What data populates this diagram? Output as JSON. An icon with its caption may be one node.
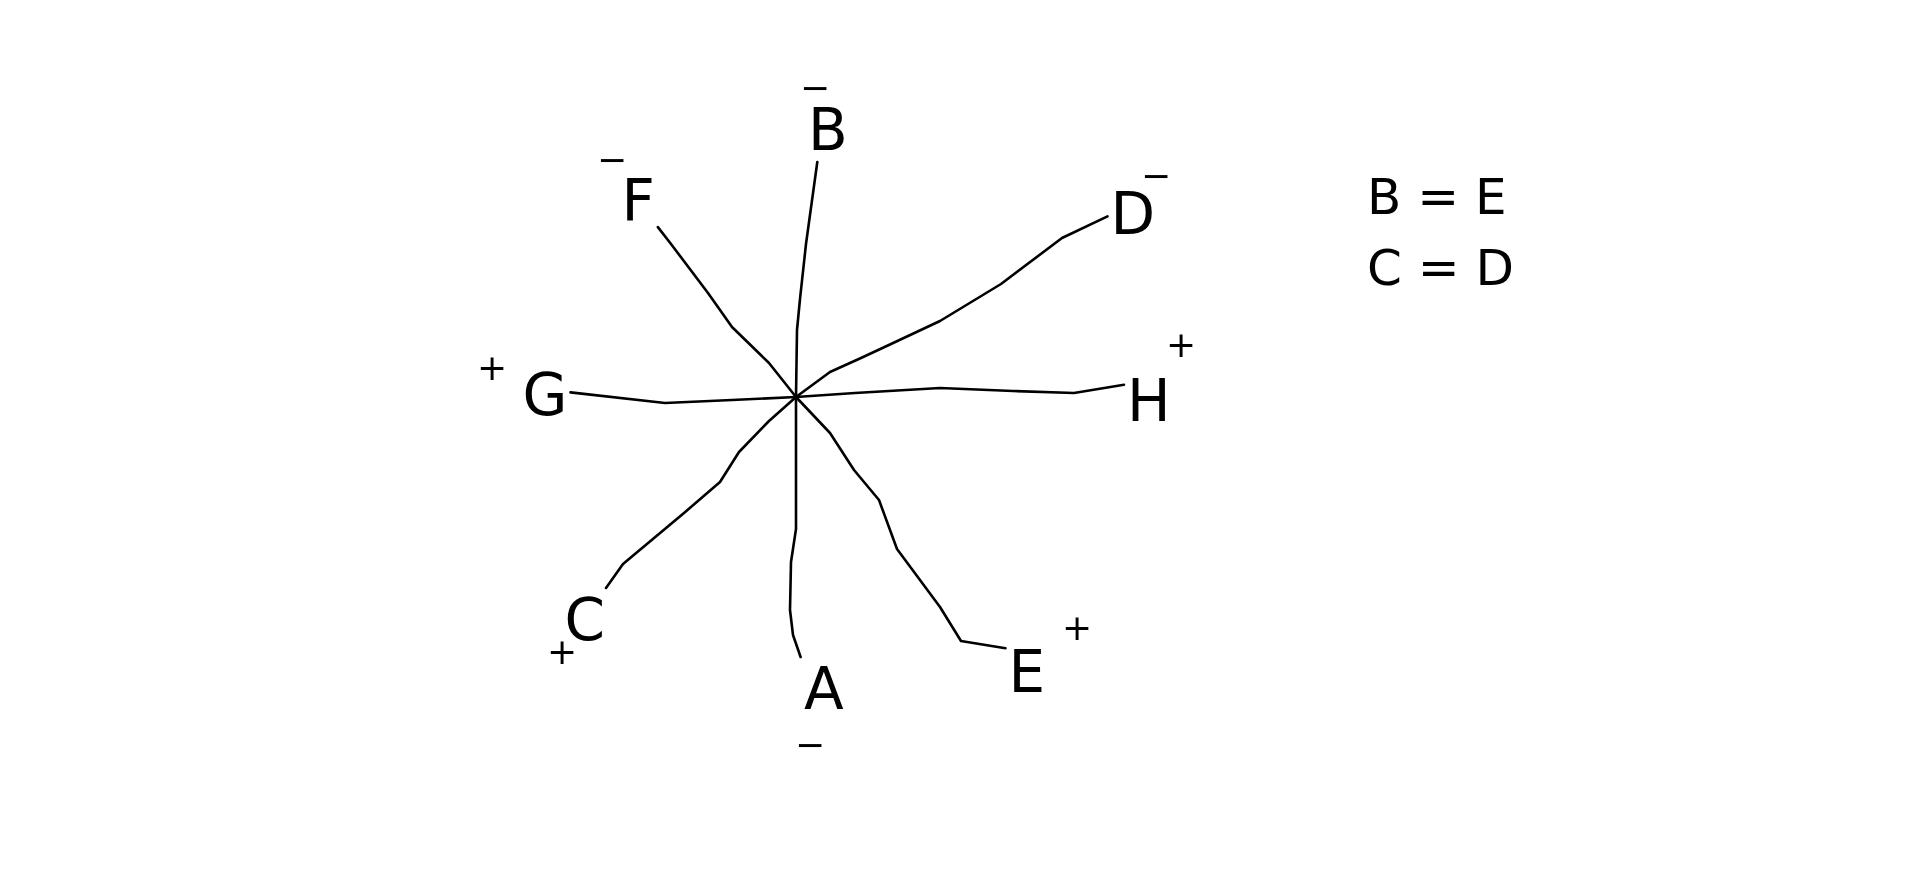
{
  "diagram": {
    "nodes": [
      {
        "text": [
          "B"
        ],
        "beside": [
          "−"
        ]
      },
      {
        "text": [
          "F"
        ],
        "beside": [
          "−"
        ]
      },
      {
        "text": [
          "D"
        ],
        "beside": [
          "−"
        ]
      },
      {
        "text": [
          "G"
        ],
        "beside": [
          "+"
        ]
      },
      {
        "text": [
          "H"
        ],
        "beside": [
          "+"
        ]
      },
      {
        "text": [
          "C"
        ],
        "beside": [
          "+"
        ]
      },
      {
        "text": [
          "A"
        ],
        "beside": [
          "−"
        ]
      },
      {
        "text": [
          "E"
        ],
        "beside": [
          "+"
        ]
      }
    ],
    "edges": [
      {
        "from": 0,
        "to": 6,
        "arrow": "none"
      },
      {
        "from": 1,
        "to": 7,
        "arrow": "none"
      },
      {
        "from": 2,
        "to": 5,
        "arrow": "none"
      },
      {
        "from": 3,
        "to": 4,
        "arrow": "none"
      }
    ],
    "labels": [
      "B = E",
      "C = D"
    ]
  }
}
